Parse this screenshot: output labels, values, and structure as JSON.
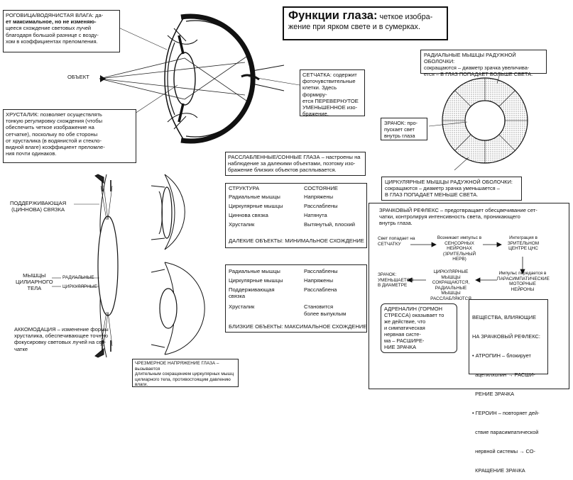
{
  "title": {
    "main": "Функции глаза:",
    "sub_rest": " четкое изобра-",
    "sub_line2": "жение при ярком свете и в сумерках."
  },
  "cornea": {
    "lines": [
      "РОГОВИЦА/ВОДЯНИСТАЯ ВЛАГА: да-",
      "ет максимальное, но не изменяю-",
      "щееся схождение световых лучей",
      "благодаря большой разнице с возду-",
      "хом в коэффициентах преломления."
    ]
  },
  "object_label": "ОБЪЕКТ",
  "retina": {
    "lines": [
      "СЕТЧАТКА: содержит",
      "фоточувствительные",
      "клетки. Здесь формиру-",
      "ется ПЕРЕВЕРНУТОЕ",
      "УМЕНЬШЕННОЕ изо-",
      "бражение."
    ]
  },
  "lens": {
    "lines": [
      "ХРУСТАЛИК: позволяет осуществлять",
      "тонкую регулировку схождения (чтобы",
      "обеспечить четкое изображение на",
      "сетчатке), поскольку по обе стороны",
      "от хрусталика (в водянистой и стекло-",
      "видной влаге) коэффициент преломле-",
      "ния почти одинаков."
    ]
  },
  "relaxed": {
    "lines": [
      "РАССЛАБЛЕННЫЕ/СОННЫЕ ГЛАЗА – настроены на",
      "наблюдение за далекими объектами, поэтому изо-",
      "бражение близких объектов расплывается."
    ]
  },
  "table_far": {
    "col1": "СТРУКТУРА",
    "col2": "СОСТОЯНИЕ",
    "rows": [
      [
        "Радиальные мышцы",
        "Напряжены"
      ],
      [
        "Циркулярные мышцы",
        "Расслаблены"
      ],
      [
        "Цинновa связка",
        "Натянута"
      ],
      [
        "Хрусталик",
        "Вытянутый, плоский"
      ]
    ],
    "footer": "ДАЛЕКИЕ ОБЪЕКТЫ: МИНИМАЛЬНОЕ СХОЖДЕНИЕ"
  },
  "table_near": {
    "rows": [
      [
        "Радиальные мышцы",
        "Расслаблены"
      ],
      [
        "Циркулярные мышцы",
        "Напряжены"
      ],
      [
        "Поддерживающая",
        "Расслаблена"
      ],
      [
        "связка",
        ""
      ],
      [
        "Хрусталик",
        "Становится"
      ],
      [
        "",
        "более выпуклым"
      ]
    ],
    "footer": "БЛИЗКИЕ ОБЪЕКТЫ: МАКСИМАЛЬНОЕ СХОЖДЕНИЕ"
  },
  "ligament_label": [
    "ПОДДЕРЖИВАЮЩАЯ",
    "(ЦИННОВА) СВЯЗКА"
  ],
  "ciliary_label": [
    "МЫШЦЫ",
    "ЦИЛИАРНОГО",
    "ТЕЛА"
  ],
  "radial_small": "РАДИАЛЬНЫЕ",
  "circular_small": "ЦИРКУЛЯРНЫЕ",
  "accommodation": {
    "lines": [
      "АККОМОДАЦИЯ – изменение формы",
      "хрусталика, обеспечивающее точную",
      "фокусировку световых лучей на сет-",
      "чатке"
    ]
  },
  "strain": {
    "lines": [
      "ЧРЕЗМЕРНОЕ НАПРЯЖЕНИЕ ГЛАЗА – вызывается",
      "длительным сокращением циркулярных мышц",
      "цилиарного тела, противостоящим давлению",
      "влаги."
    ]
  },
  "radial_iris": {
    "lines": [
      "РАДИАЛЬНЫЕ МЫШЦЫ РАДУЖНОЙ ОБОЛОЧКИ:",
      "сокращаются – диаметр зрачка увеличива-",
      "ется – В ГЛАЗ ПОПАДАЕТ БОЛЬШЕ СВЕТА."
    ]
  },
  "pupil": {
    "lines": [
      "ЗРАЧОК: про-",
      "пускает свет",
      "внутрь глаза"
    ]
  },
  "circular_iris": {
    "lines": [
      "ЦИРКУЛЯРНЫЕ МЫШЦЫ РАДУЖНОЙ ОБОЛОЧКИ:",
      "сокращаются – диаметр зрачка уменьшается –",
      "В ГЛАЗ ПОПАДАЕТ МЕНЬШЕ СВЕТА."
    ]
  },
  "reflex": {
    "lines": [
      "ЗРАЧКОВЫЙ РЕФЛЕКС – предотвращает обесцвечивание сет-",
      "чатки, контролируя интенсивность света, проникающего",
      "внутрь глаза."
    ]
  },
  "flow": {
    "light": [
      "Свет попадает на",
      "СЕТЧАТКУ"
    ],
    "impulse": [
      "Возникает импульс в",
      "СЕНСОРНЫХ НЕЙРОНАХ",
      "(ЗРИТЕЛЬНЫЙ НЕРВ)"
    ],
    "integration": [
      "Интеграция в",
      "ЗРИТЕЛЬНОМ",
      "ЦЕНТРЕ ЦНС"
    ],
    "pupil_down": [
      "ЗРАЧОК:",
      "УМЕНЬШАЕТСЯ",
      "В ДИАМЕТРЕ"
    ],
    "circular": [
      "ЦИРКУЛЯРНЫЕ МЫШЦЫ",
      "СОКРАЩАЮТСЯ,",
      "РАДИАЛЬНЫЕ МЫШЦЫ",
      "РАССЛАБЛЯЮТСЯ"
    ],
    "parasym": [
      "Импульс передается в",
      "ПАРАСИМПАТИЧЕСКИЕ",
      "МОТОРНЫЕ НЕЙРОНЫ"
    ]
  },
  "adrenaline": {
    "lines": [
      "АДРЕНАЛИН (ГОРМОН",
      "СТРЕССА) оказывает то",
      "же действие, что",
      "и симпатическая",
      "нервная систе-",
      "ма – РАСШИРЕ-",
      "НИЕ ЗРАЧКА"
    ]
  },
  "substances": {
    "lines": [
      "ВЕЩЕСТВА, ВЛИЯЮЩИЕ",
      "НА ЗРАЧКОВЫЙ РЕФЛЕКС:",
      "• АТРОПИН – блокирует",
      "  ацетилхолин → РАСШИ-",
      "  РЕНИЕ ЗРАЧКА",
      "• ГЕРОИН – повторяет дей-",
      "  ствие парасимпатической",
      "  нервной системы → СО-",
      "  КРАЩЕНИЕ ЗРАЧКА"
    ]
  }
}
